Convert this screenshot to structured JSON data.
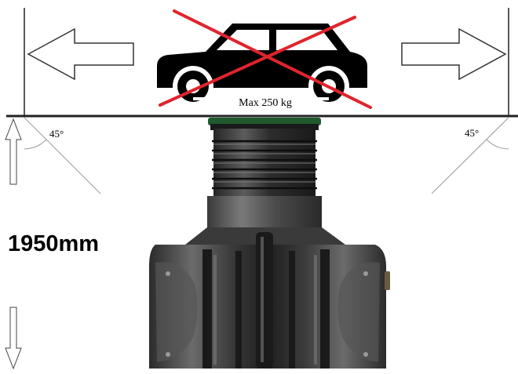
{
  "diagram": {
    "load_label": "Max 250 kg",
    "angle_left": "45°",
    "angle_right": "45°",
    "depth_label": "1950mm",
    "no_vehicle_symbol": "crossed-out-car",
    "colors": {
      "line": "#222222",
      "car": "#000000",
      "cross": "#e0242c",
      "tank_dark": "#2a2a2a",
      "tank_mid": "#4a4a4a",
      "tank_light": "#8a8a8a",
      "lid_green": "#1f5a2e",
      "label": "#000000"
    }
  }
}
